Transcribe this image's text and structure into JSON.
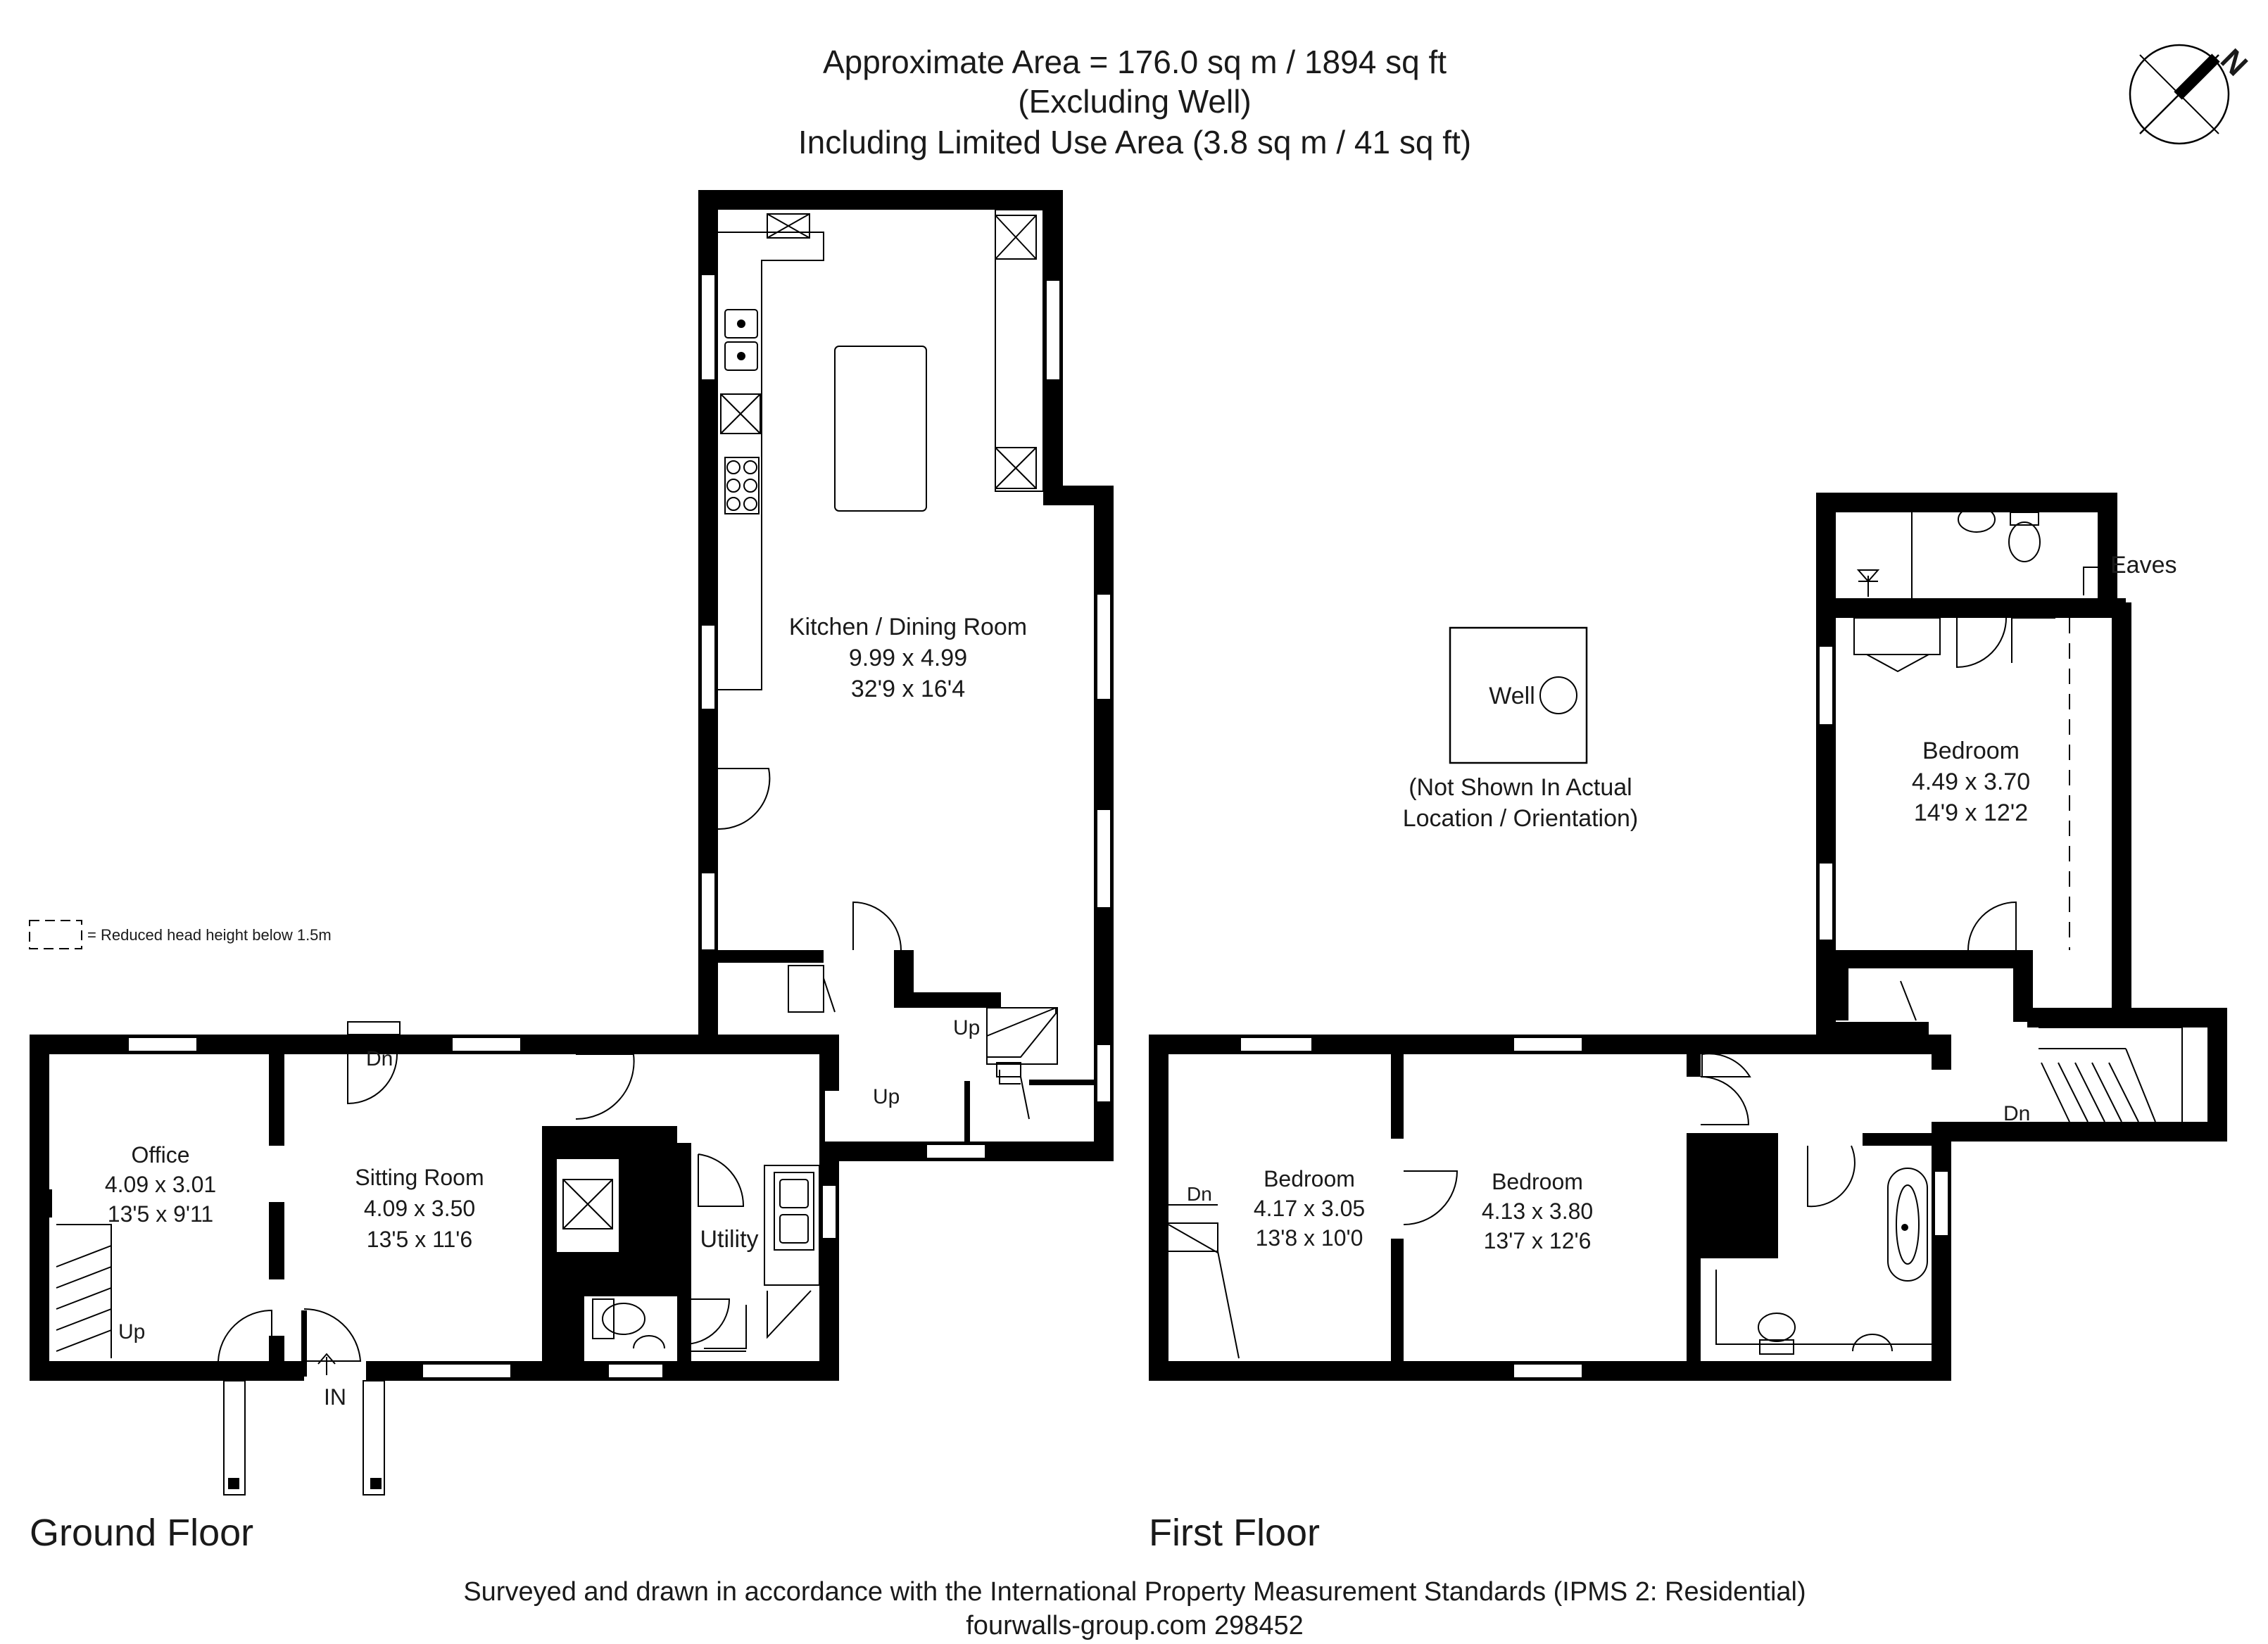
{
  "header": {
    "line1": "Approximate  Area = 176.0 sq m / 1894 sq ft",
    "line2": "(Excluding Well)",
    "line3": "Including Limited Use Area (3.8 sq m / 41 sq ft)"
  },
  "compass": {
    "label": "N"
  },
  "legend": {
    "text": "= Reduced head height below 1.5m"
  },
  "ground_floor": {
    "title": "Ground Floor",
    "kitchen": {
      "name": "Kitchen / Dining Room",
      "metric": "9.99 x 4.99",
      "imperial": "32'9 x 16'4"
    },
    "office": {
      "name": "Office",
      "metric": "4.09 x 3.01",
      "imperial": "13'5 x 9'11"
    },
    "sitting": {
      "name": "Sitting Room",
      "metric": "4.09 x 3.50",
      "imperial": "13'5 x 11'6"
    },
    "utility": {
      "name": "Utility"
    },
    "labels": {
      "dn": "Dn",
      "up": "Up",
      "in": "IN"
    }
  },
  "first_floor": {
    "title": "First Floor",
    "bedroom1": {
      "name": "Bedroom",
      "metric": "4.17 x 3.05",
      "imperial": "13'8 x 10'0"
    },
    "bedroom2": {
      "name": "Bedroom",
      "metric": "4.13 x 3.80",
      "imperial": "13'7 x 12'6"
    },
    "bedroom3": {
      "name": "Bedroom",
      "metric": "4.49 x 3.70",
      "imperial": "14'9 x 12'2"
    },
    "eaves": "Eaves",
    "labels": {
      "dn": "Dn"
    }
  },
  "well": {
    "label": "Well",
    "note1": "(Not Shown In Actual",
    "note2": "Location / Orientation)"
  },
  "footer": {
    "line1": "Surveyed and drawn in accordance with the International Property Measurement Standards (IPMS 2: Residential)",
    "line2": "fourwalls-group.com 298452"
  }
}
